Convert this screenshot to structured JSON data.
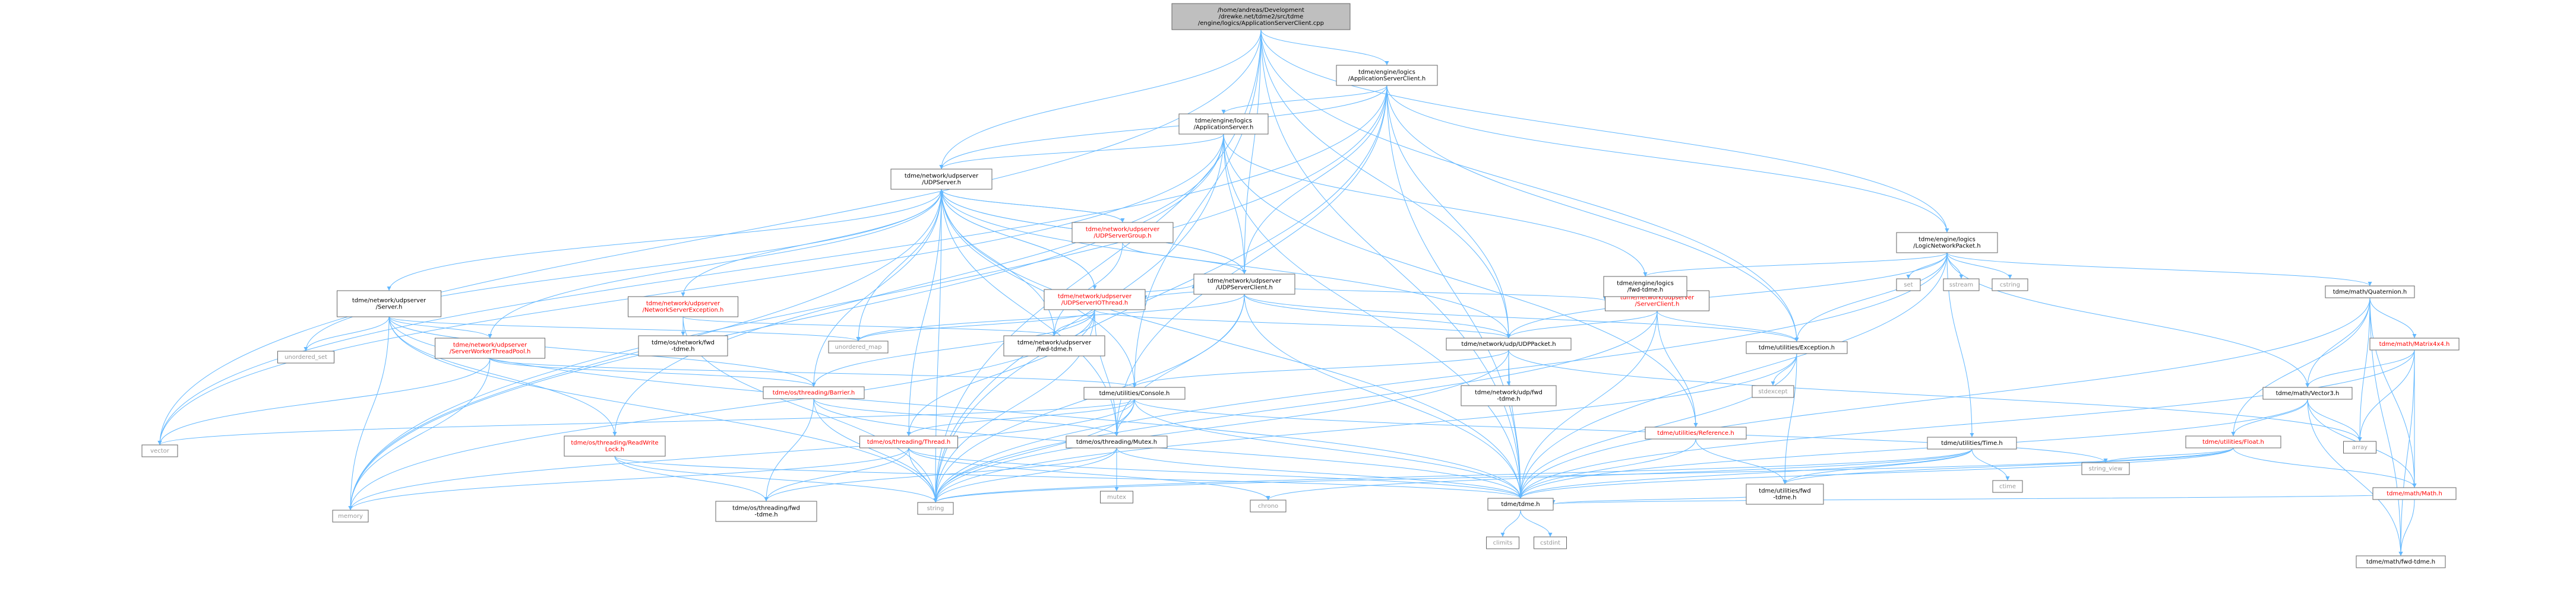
{
  "colors": {
    "root_fill": "#bfbfbf",
    "node_fill": "#ffffff",
    "node_border": "#666666",
    "text": "#000000",
    "red_text": "#ff0000",
    "ext_text": "#999999",
    "ext_border": "#bfbfbf",
    "edge": "#63b8ff",
    "arrowhead": "#63b8ff"
  },
  "nodes": [
    {
      "id": "root",
      "lines": [
        "/home/andreas/Development",
        "/drewke.net/tdme2/src/tdme",
        "/engine/logics/ApplicationServerClient.cpp"
      ],
      "kind": "root"
    },
    {
      "id": "asc_h",
      "lines": [
        "tdme/engine/logics",
        "/ApplicationServerClient.h"
      ],
      "kind": "normal"
    },
    {
      "id": "as_h",
      "lines": [
        "tdme/engine/logics",
        "/ApplicationServer.h"
      ],
      "kind": "normal"
    },
    {
      "id": "udpserver_h",
      "lines": [
        "tdme/network/udpserver",
        "/UDPServer.h"
      ],
      "kind": "normal"
    },
    {
      "id": "udpservergroup_h",
      "lines": [
        "tdme/network/udpserver",
        "/UDPServerGroup.h"
      ],
      "kind": "red"
    },
    {
      "id": "udpserverclient_h",
      "lines": [
        "tdme/network/udpserver",
        "/UDPServerClient.h"
      ],
      "kind": "normal"
    },
    {
      "id": "udpserverio_h",
      "lines": [
        "tdme/network/udpserver",
        "/UDPServerIOThread.h"
      ],
      "kind": "red"
    },
    {
      "id": "server_h",
      "lines": [
        "tdme/network/udpserver",
        "/Server.h"
      ],
      "kind": "normal"
    },
    {
      "id": "netserverexc_h",
      "lines": [
        "tdme/network/udpserver",
        "/NetworkServerException.h"
      ],
      "kind": "red"
    },
    {
      "id": "serverclient_h",
      "lines": [
        "tdme/network/udpserver",
        "/ServerClient.h"
      ],
      "kind": "red"
    },
    {
      "id": "workerpool_h",
      "lines": [
        "tdme/network/udpserver",
        "/ServerWorkerThreadPool.h"
      ],
      "kind": "red"
    },
    {
      "id": "udpfwd_h",
      "lines": [
        "tdme/network/udpserver",
        "/fwd-tdme.h"
      ],
      "kind": "normal"
    },
    {
      "id": "netfwd_h",
      "lines": [
        "tdme/os/network/fwd",
        "-tdme.h"
      ],
      "kind": "normal"
    },
    {
      "id": "udppacket_h",
      "lines": [
        "tdme/network/udp/UDPPacket.h"
      ],
      "kind": "normal"
    },
    {
      "id": "udp_fwd_h",
      "lines": [
        "tdme/network/udp/fwd",
        "-tdme.h"
      ],
      "kind": "normal"
    },
    {
      "id": "lnp_h",
      "lines": [
        "tdme/engine/logics",
        "/LogicNetworkPacket.h"
      ],
      "kind": "normal"
    },
    {
      "id": "logicsfwd_h",
      "lines": [
        "tdme/engine/logics",
        "/fwd-tdme.h"
      ],
      "kind": "normal"
    },
    {
      "id": "quat_h",
      "lines": [
        "tdme/math/Quaternion.h"
      ],
      "kind": "normal"
    },
    {
      "id": "mat4_h",
      "lines": [
        "tdme/math/Matrix4x4.h"
      ],
      "kind": "red"
    },
    {
      "id": "vec3_h",
      "lines": [
        "tdme/math/Vector3.h"
      ],
      "kind": "normal"
    },
    {
      "id": "float_h",
      "lines": [
        "tdme/utilities/Float.h"
      ],
      "kind": "red"
    },
    {
      "id": "math_h",
      "lines": [
        "tdme/math/Math.h"
      ],
      "kind": "red"
    },
    {
      "id": "mathfwd_h",
      "lines": [
        "tdme/math/fwd-tdme.h"
      ],
      "kind": "normal"
    },
    {
      "id": "exception_h",
      "lines": [
        "tdme/utilities/Exception.h"
      ],
      "kind": "normal"
    },
    {
      "id": "time_h",
      "lines": [
        "tdme/utilities/Time.h"
      ],
      "kind": "normal"
    },
    {
      "id": "reference_h",
      "lines": [
        "tdme/utilities/Reference.h"
      ],
      "kind": "red"
    },
    {
      "id": "utilfwd_h",
      "lines": [
        "tdme/utilities/fwd",
        "-tdme.h"
      ],
      "kind": "normal"
    },
    {
      "id": "console_h",
      "lines": [
        "tdme/utilities/Console.h"
      ],
      "kind": "normal"
    },
    {
      "id": "barrier_h",
      "lines": [
        "tdme/os/threading/Barrier.h"
      ],
      "kind": "red"
    },
    {
      "id": "rwlock_h",
      "lines": [
        "tdme/os/threading/ReadWrite",
        "Lock.h"
      ],
      "kind": "red"
    },
    {
      "id": "thread_h",
      "lines": [
        "tdme/os/threading/Thread.h"
      ],
      "kind": "red"
    },
    {
      "id": "mutex_h",
      "lines": [
        "tdme/os/threading/Mutex.h"
      ],
      "kind": "normal"
    },
    {
      "id": "threadfwd_h",
      "lines": [
        "tdme/os/threading/fwd",
        "-tdme.h"
      ],
      "kind": "normal"
    },
    {
      "id": "tdme_h",
      "lines": [
        "tdme/tdme.h"
      ],
      "kind": "normal"
    },
    {
      "id": "vector",
      "lines": [
        "vector"
      ],
      "kind": "ext"
    },
    {
      "id": "string",
      "lines": [
        "string"
      ],
      "kind": "ext"
    },
    {
      "id": "memory",
      "lines": [
        "memory"
      ],
      "kind": "ext"
    },
    {
      "id": "unordered_map",
      "lines": [
        "unordered_map"
      ],
      "kind": "ext"
    },
    {
      "id": "unordered_set",
      "lines": [
        "unordered_set"
      ],
      "kind": "ext"
    },
    {
      "id": "set",
      "lines": [
        "set"
      ],
      "kind": "ext"
    },
    {
      "id": "sstream",
      "lines": [
        "sstream"
      ],
      "kind": "ext"
    },
    {
      "id": "cstring",
      "lines": [
        "cstring"
      ],
      "kind": "ext"
    },
    {
      "id": "array",
      "lines": [
        "array"
      ],
      "kind": "ext"
    },
    {
      "id": "string_view",
      "lines": [
        "string_view"
      ],
      "kind": "ext"
    },
    {
      "id": "stdexcept",
      "lines": [
        "stdexcept"
      ],
      "kind": "ext"
    },
    {
      "id": "ctime",
      "lines": [
        "ctime"
      ],
      "kind": "ext"
    },
    {
      "id": "chrono",
      "lines": [
        "chrono"
      ],
      "kind": "ext"
    },
    {
      "id": "mutex",
      "lines": [
        "mutex"
      ],
      "kind": "ext"
    },
    {
      "id": "climits",
      "lines": [
        "climits"
      ],
      "kind": "ext"
    },
    {
      "id": "cstdint",
      "lines": [
        "cstdint"
      ],
      "kind": "ext"
    }
  ],
  "edges": [
    [
      "root",
      "asc_h"
    ],
    [
      "root",
      "udpserver_h"
    ],
    [
      "root",
      "udpserverclient_h"
    ],
    [
      "root",
      "udppacket_h"
    ],
    [
      "root",
      "lnp_h"
    ],
    [
      "root",
      "exception_h"
    ],
    [
      "root",
      "console_h"
    ],
    [
      "root",
      "vector"
    ],
    [
      "root",
      "string"
    ],
    [
      "root",
      "tdme_h"
    ],
    [
      "asc_h",
      "as_h"
    ],
    [
      "asc_h",
      "udpserver_h"
    ],
    [
      "asc_h",
      "udpserverclient_h"
    ],
    [
      "asc_h",
      "udppacket_h"
    ],
    [
      "asc_h",
      "lnp_h"
    ],
    [
      "asc_h",
      "exception_h"
    ],
    [
      "asc_h",
      "mutex_h"
    ],
    [
      "asc_h",
      "memory"
    ],
    [
      "asc_h",
      "string"
    ],
    [
      "asc_h",
      "vector"
    ],
    [
      "asc_h",
      "tdme_h"
    ],
    [
      "as_h",
      "udpserver_h"
    ],
    [
      "as_h",
      "udpserverclient_h"
    ],
    [
      "as_h",
      "logicsfwd_h"
    ],
    [
      "as_h",
      "reference_h"
    ],
    [
      "as_h",
      "rwlock_h"
    ],
    [
      "as_h",
      "memory"
    ],
    [
      "as_h",
      "string"
    ],
    [
      "as_h",
      "vector"
    ],
    [
      "as_h",
      "tdme_h"
    ],
    [
      "udpserver_h",
      "udpservergroup_h"
    ],
    [
      "udpserver_h",
      "udpserverclient_h"
    ],
    [
      "udpserver_h",
      "udpserverio_h"
    ],
    [
      "udpserver_h",
      "server_h"
    ],
    [
      "udpserver_h",
      "netserverexc_h"
    ],
    [
      "udpserver_h",
      "workerpool_h"
    ],
    [
      "udpserver_h",
      "udpfwd_h"
    ],
    [
      "udpserver_h",
      "udppacket_h"
    ],
    [
      "udpserver_h",
      "barrier_h"
    ],
    [
      "udpserver_h",
      "thread_h"
    ],
    [
      "udpserver_h",
      "mutex_h"
    ],
    [
      "udpserver_h",
      "unordered_map"
    ],
    [
      "udpserver_h",
      "unordered_set"
    ],
    [
      "udpserver_h",
      "memory"
    ],
    [
      "udpserver_h",
      "string"
    ],
    [
      "udpserver_h",
      "tdme_h"
    ],
    [
      "udpservergroup_h",
      "udpserver_h"
    ],
    [
      "udpservergroup_h",
      "udpserverclient_h"
    ],
    [
      "udpservergroup_h",
      "udpfwd_h"
    ],
    [
      "udpserverclient_h",
      "udpserver_h"
    ],
    [
      "udpserverclient_h",
      "udpserverio_h"
    ],
    [
      "udpserverclient_h",
      "serverclient_h"
    ],
    [
      "udpserverclient_h",
      "udppacket_h"
    ],
    [
      "udpserverclient_h",
      "exception_h"
    ],
    [
      "udpserverclient_h",
      "mutex_h"
    ],
    [
      "udpserverclient_h",
      "unordered_map"
    ],
    [
      "udpserverclient_h",
      "string"
    ],
    [
      "udpserverclient_h",
      "tdme_h"
    ],
    [
      "udpserverio_h",
      "udpserver_h"
    ],
    [
      "udpserverio_h",
      "udpserverclient_h"
    ],
    [
      "udpserverio_h",
      "udpfwd_h"
    ],
    [
      "udpserverio_h",
      "udppacket_h"
    ],
    [
      "udpserverio_h",
      "barrier_h"
    ],
    [
      "udpserver_h",
      "console_h"
    ],
    [
      "udpserverio_h",
      "thread_h"
    ],
    [
      "udpserverio_h",
      "mutex_h"
    ],
    [
      "udpserverio_h",
      "unordered_map"
    ],
    [
      "udpserverio_h",
      "string"
    ],
    [
      "udpserverio_h",
      "memory"
    ],
    [
      "server_h",
      "workerpool_h"
    ],
    [
      "server_h",
      "barrier_h"
    ],
    [
      "server_h",
      "rwlock_h"
    ],
    [
      "server_h",
      "unordered_map"
    ],
    [
      "server_h",
      "unordered_set"
    ],
    [
      "server_h",
      "memory"
    ],
    [
      "server_h",
      "string"
    ],
    [
      "server_h",
      "tdme_h"
    ],
    [
      "netserverexc_h",
      "netfwd_h"
    ],
    [
      "netserverexc_h",
      "udpfwd_h"
    ],
    [
      "netserverexc_h",
      "string"
    ],
    [
      "serverclient_h",
      "udppacket_h"
    ],
    [
      "serverclient_h",
      "exception_h"
    ],
    [
      "serverclient_h",
      "reference_h"
    ],
    [
      "serverclient_h",
      "string"
    ],
    [
      "serverclient_h",
      "tdme_h"
    ],
    [
      "workerpool_h",
      "barrier_h"
    ],
    [
      "workerpool_h",
      "console_h"
    ],
    [
      "workerpool_h",
      "vector"
    ],
    [
      "workerpool_h",
      "memory"
    ],
    [
      "udppacket_h",
      "udp_fwd_h"
    ],
    [
      "udppacket_h",
      "console_h"
    ],
    [
      "udppacket_h",
      "array"
    ],
    [
      "udppacket_h",
      "string"
    ],
    [
      "udppacket_h",
      "tdme_h"
    ],
    [
      "lnp_h",
      "logicsfwd_h"
    ],
    [
      "lnp_h",
      "udppacket_h"
    ],
    [
      "lnp_h",
      "quat_h"
    ],
    [
      "lnp_h",
      "vec3_h"
    ],
    [
      "lnp_h",
      "exception_h"
    ],
    [
      "lnp_h",
      "time_h"
    ],
    [
      "lnp_h",
      "set"
    ],
    [
      "lnp_h",
      "sstream"
    ],
    [
      "lnp_h",
      "cstring"
    ],
    [
      "lnp_h",
      "string"
    ],
    [
      "lnp_h",
      "tdme_h"
    ],
    [
      "quat_h",
      "mat4_h"
    ],
    [
      "quat_h",
      "vec3_h"
    ],
    [
      "quat_h",
      "float_h"
    ],
    [
      "quat_h",
      "math_h"
    ],
    [
      "quat_h",
      "array"
    ],
    [
      "quat_h",
      "tdme_h"
    ],
    [
      "quat_h",
      "mathfwd_h"
    ],
    [
      "mat4_h",
      "vec3_h"
    ],
    [
      "mat4_h",
      "math_h"
    ],
    [
      "mat4_h",
      "array"
    ],
    [
      "mat4_h",
      "tdme_h"
    ],
    [
      "mat4_h",
      "mathfwd_h"
    ],
    [
      "vec3_h",
      "float_h"
    ],
    [
      "vec3_h",
      "math_h"
    ],
    [
      "vec3_h",
      "array"
    ],
    [
      "vec3_h",
      "tdme_h"
    ],
    [
      "vec3_h",
      "mathfwd_h"
    ],
    [
      "float_h",
      "math_h"
    ],
    [
      "float_h",
      "utilfwd_h"
    ],
    [
      "float_h",
      "string"
    ],
    [
      "float_h",
      "string_view"
    ],
    [
      "float_h",
      "tdme_h"
    ],
    [
      "math_h",
      "mathfwd_h"
    ],
    [
      "math_h",
      "tdme_h"
    ],
    [
      "exception_h",
      "utilfwd_h"
    ],
    [
      "exception_h",
      "stdexcept"
    ],
    [
      "exception_h",
      "string"
    ],
    [
      "exception_h",
      "tdme_h"
    ],
    [
      "time_h",
      "utilfwd_h"
    ],
    [
      "time_h",
      "ctime"
    ],
    [
      "time_h",
      "chrono"
    ],
    [
      "time_h",
      "string"
    ],
    [
      "time_h",
      "tdme_h"
    ],
    [
      "reference_h",
      "utilfwd_h"
    ],
    [
      "reference_h",
      "tdme_h"
    ],
    [
      "utilfwd_h",
      "tdme_h"
    ],
    [
      "console_h",
      "mutex_h"
    ],
    [
      "console_h",
      "thread_h"
    ],
    [
      "console_h",
      "string"
    ],
    [
      "console_h",
      "string_view"
    ],
    [
      "console_h",
      "vector"
    ],
    [
      "console_h",
      "memory"
    ],
    [
      "console_h",
      "tdme_h"
    ],
    [
      "barrier_h",
      "mutex_h"
    ],
    [
      "barrier_h",
      "threadfwd_h"
    ],
    [
      "barrier_h",
      "string"
    ],
    [
      "barrier_h",
      "tdme_h"
    ],
    [
      "rwlock_h",
      "threadfwd_h"
    ],
    [
      "rwlock_h",
      "string"
    ],
    [
      "rwlock_h",
      "tdme_h"
    ],
    [
      "thread_h",
      "threadfwd_h"
    ],
    [
      "thread_h",
      "memory"
    ],
    [
      "thread_h",
      "string"
    ],
    [
      "thread_h",
      "chrono"
    ],
    [
      "thread_h",
      "tdme_h"
    ],
    [
      "mutex_h",
      "threadfwd_h"
    ],
    [
      "mutex_h",
      "mutex"
    ],
    [
      "mutex_h",
      "string"
    ],
    [
      "mutex_h",
      "tdme_h"
    ],
    [
      "tdme_h",
      "climits"
    ],
    [
      "tdme_h",
      "cstdint"
    ]
  ]
}
